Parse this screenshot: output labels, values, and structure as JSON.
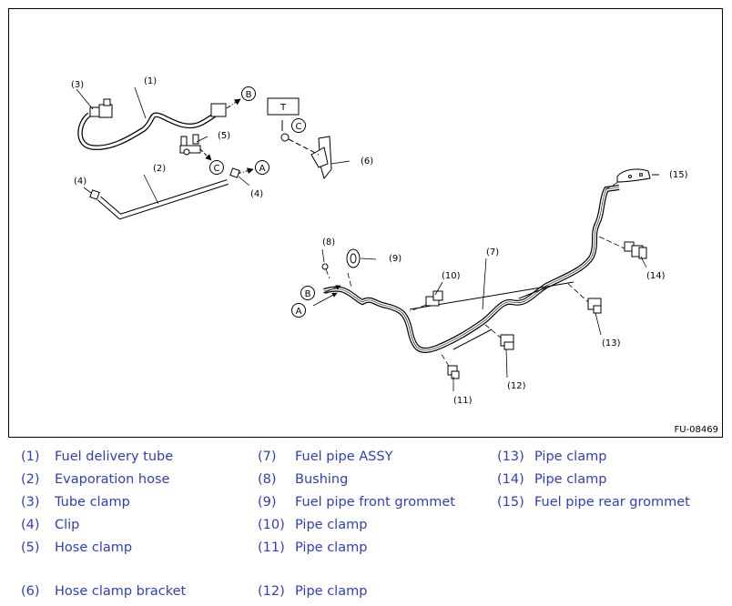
{
  "figure": {
    "code": "FU-08469",
    "callouts": [
      "(1)",
      "(2)",
      "(3)",
      "(4)",
      "(4)",
      "(5)",
      "(6)",
      "(7)",
      "(8)",
      "(9)",
      "(10)",
      "(11)",
      "(12)",
      "(13)",
      "(14)",
      "(15)"
    ],
    "refs": [
      "A",
      "A",
      "B",
      "B",
      "C",
      "C"
    ],
    "torque_box": "T"
  },
  "legend": [
    {
      "num": "(1)",
      "name": "Fuel delivery tube"
    },
    {
      "num": "(2)",
      "name": "Evaporation hose"
    },
    {
      "num": "(3)",
      "name": "Tube clamp"
    },
    {
      "num": "(4)",
      "name": "Clip"
    },
    {
      "num": "(5)",
      "name": "Hose clamp"
    },
    {
      "num": "(6)",
      "name": "Hose clamp bracket"
    },
    {
      "num": "(7)",
      "name": "Fuel pipe ASSY"
    },
    {
      "num": "(8)",
      "name": "Bushing"
    },
    {
      "num": "(9)",
      "name": "Fuel pipe front grommet"
    },
    {
      "num": "(10)",
      "name": "Pipe clamp"
    },
    {
      "num": "(11)",
      "name": "Pipe clamp"
    },
    {
      "num": "(12)",
      "name": "Pipe clamp"
    },
    {
      "num": "(13)",
      "name": "Pipe clamp"
    },
    {
      "num": "(14)",
      "name": "Pipe clamp"
    },
    {
      "num": "(15)",
      "name": "Fuel pipe rear grommet"
    }
  ],
  "colors": {
    "legend_text": "#2e3ec1",
    "line": "#000000",
    "pipe_fill": "#ffffff"
  }
}
